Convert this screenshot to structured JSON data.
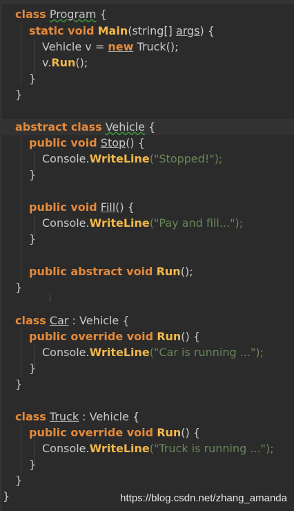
{
  "code": {
    "program_class": {
      "kw_class": "class",
      "name": "Program",
      "brace_open": " {",
      "main": {
        "kw": "static void",
        "name": "Main",
        "params_open": "(string[] ",
        "param": "args",
        "params_close": ") {"
      },
      "line_vehicle": {
        "type": "Vehicle v = ",
        "kw_new": "new",
        "rest": " Truck();"
      },
      "line_run": {
        "prefix": "v.",
        "call": "Run",
        "rest": "();"
      },
      "inner_close": "}",
      "outer_close": "}"
    },
    "vehicle_class": {
      "kw": "abstract class",
      "name": "Vehicle",
      "brace_open": " {",
      "stop_kw": "public void",
      "stop_name": "Stop",
      "stop_rest": "() {",
      "stop_console": "Console.",
      "stop_call": "WriteLine",
      "stop_str": "(\"Stopped!\");",
      "stop_close": "}",
      "fill_kw": "public void",
      "fill_name": "Fill",
      "fill_rest": "() {",
      "fill_console": "Console.",
      "fill_call": "WriteLine",
      "fill_str": "(\"Pay and fill...\");",
      "fill_close": "}",
      "run_kw": "public abstract void",
      "run_name": "Run",
      "run_rest": "();",
      "close": "}"
    },
    "car_class": {
      "kw": "class",
      "name": "Car",
      "base": " : Vehicle {",
      "run_kw": "public override void",
      "run_name": "Run",
      "run_rest": "() {",
      "console": "Console.",
      "call": "WriteLine",
      "str": "(\"Car is running ...\");",
      "inner_close": "}",
      "close": "}"
    },
    "truck_class": {
      "kw": "class",
      "name": "Truck",
      "base": " : Vehicle {",
      "run_kw": "public override void",
      "run_name": "Run",
      "run_rest": "() {",
      "console": "Console.",
      "call": "WriteLine",
      "str": "(\"Truck is running ...\");",
      "inner_close": "}",
      "close": "}"
    },
    "final_close": "}"
  },
  "watermark": "https://blog.csdn.net/zhang_amanda",
  "colors": {
    "background": "#2b2b2b",
    "keyword": "#e48a3c",
    "method": "#f2b94a",
    "string": "#6a8759",
    "text": "#c9c9c9"
  }
}
